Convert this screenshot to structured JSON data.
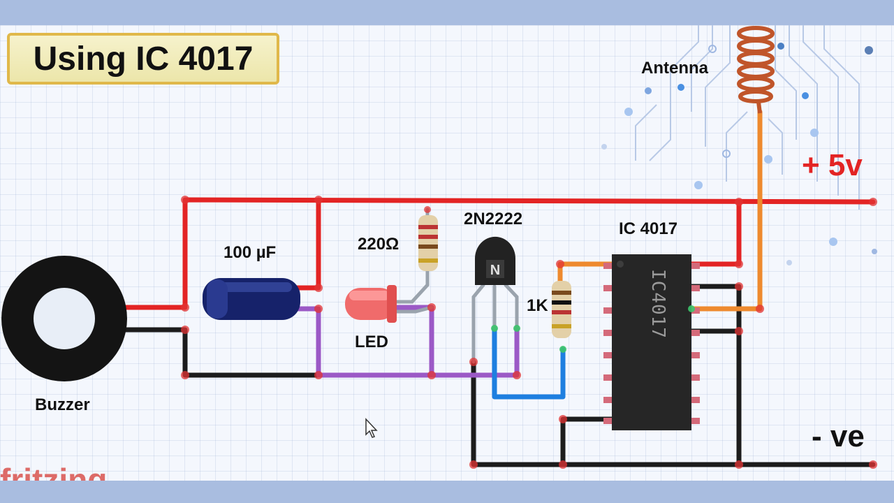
{
  "title": "Using IC 4017",
  "labels": {
    "antenna": "Antenna",
    "supply_positive": "+ 5v",
    "supply_negative": "- ve",
    "transistor": "2N2222",
    "transistor_mark": "N",
    "ic": "IC 4017",
    "ic_chip_marking": "IC4017",
    "capacitor": "100 µF",
    "resistor_led": "220Ω",
    "led": "LED",
    "resistor_base": "1K",
    "buzzer": "Buzzer"
  },
  "watermark": "fritzing",
  "colors": {
    "positive_wire": "#e32424",
    "ground_wire": "#1c1c1c",
    "signal_wire_purple": "#9b59c6",
    "signal_wire_blue": "#1e7fe0",
    "antenna_wire": "#ee8a2e",
    "antenna_coil": "#c0552a"
  }
}
